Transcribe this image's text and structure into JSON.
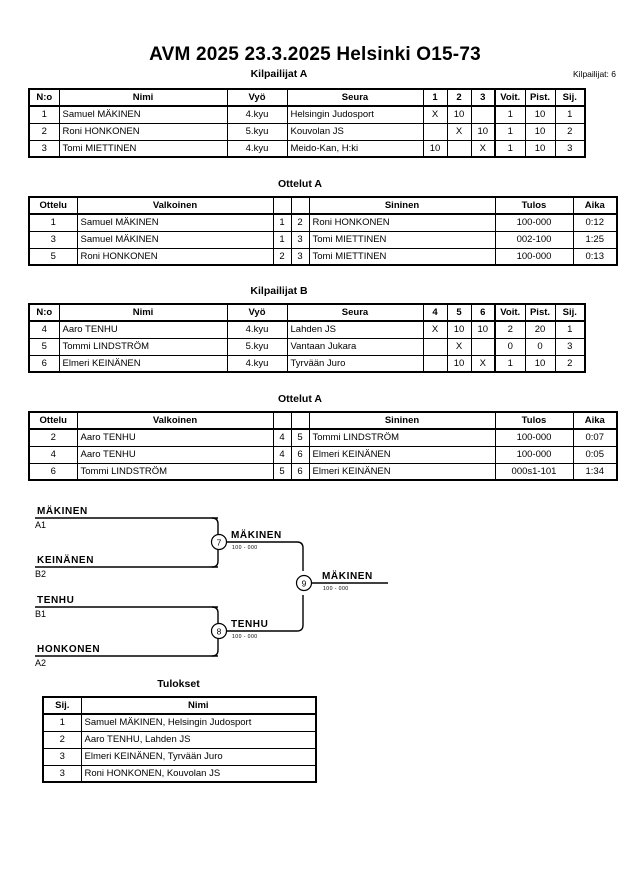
{
  "header": {
    "title": "AVM 2025  23.3.2025  Helsinki   O15-73",
    "entrant_count_label": "Kilpailijat: 6"
  },
  "pool_a": {
    "caption": "Kilpailijat A",
    "columns": {
      "no": "N:o",
      "name": "Nimi",
      "belt": "Vyö",
      "club": "Seura",
      "rr": [
        "1",
        "2",
        "3"
      ],
      "wins": "Voit.",
      "points": "Pist.",
      "place": "Sij."
    },
    "rows": [
      {
        "no": "1",
        "name": "Samuel MÄKINEN",
        "belt": "4.kyu",
        "club": "Helsingin Judosport",
        "rr": [
          "X",
          "10",
          ""
        ],
        "wins": "1",
        "points": "10",
        "place": "1"
      },
      {
        "no": "2",
        "name": "Roni HONKONEN",
        "belt": "5.kyu",
        "club": "Kouvolan JS",
        "rr": [
          "",
          "X",
          "10"
        ],
        "wins": "1",
        "points": "10",
        "place": "2"
      },
      {
        "no": "3",
        "name": "Tomi MIETTINEN",
        "belt": "4.kyu",
        "club": "Meido-Kan, H:ki",
        "rr": [
          "10",
          "",
          "X"
        ],
        "wins": "1",
        "points": "10",
        "place": "3"
      }
    ]
  },
  "matches_a": {
    "caption": "Ottelut A",
    "columns": {
      "match": "Ottelu",
      "white": "Valkoinen",
      "blue": "Sininen",
      "result": "Tulos",
      "time": "Aika"
    },
    "rows": [
      {
        "match": "1",
        "white": "Samuel MÄKINEN",
        "white_bold": true,
        "white_no": "1",
        "blue_no": "2",
        "blue": "Roni HONKONEN",
        "blue_bold": false,
        "result": "100-000",
        "time": "0:12"
      },
      {
        "match": "3",
        "white": "Samuel MÄKINEN",
        "white_bold": false,
        "white_no": "1",
        "blue_no": "3",
        "blue": "Tomi MIETTINEN",
        "blue_bold": true,
        "result": "002-100",
        "time": "1:25"
      },
      {
        "match": "5",
        "white": "Roni HONKONEN",
        "white_bold": true,
        "white_no": "2",
        "blue_no": "3",
        "blue": "Tomi MIETTINEN",
        "blue_bold": false,
        "result": "100-000",
        "time": "0:13"
      }
    ]
  },
  "pool_b": {
    "caption": "Kilpailijat B",
    "columns": {
      "no": "N:o",
      "name": "Nimi",
      "belt": "Vyö",
      "club": "Seura",
      "rr": [
        "4",
        "5",
        "6"
      ],
      "wins": "Voit.",
      "points": "Pist.",
      "place": "Sij."
    },
    "rows": [
      {
        "no": "4",
        "name": "Aaro TENHU",
        "belt": "4.kyu",
        "club": "Lahden JS",
        "rr": [
          "X",
          "10",
          "10"
        ],
        "wins": "2",
        "points": "20",
        "place": "1"
      },
      {
        "no": "5",
        "name": "Tommi LINDSTRÖM",
        "belt": "5.kyu",
        "club": "Vantaan Jukara",
        "rr": [
          "",
          "X",
          ""
        ],
        "wins": "0",
        "points": "0",
        "place": "3"
      },
      {
        "no": "6",
        "name": "Elmeri KEINÄNEN",
        "belt": "4.kyu",
        "club": "Tyrvään Juro",
        "rr": [
          "",
          "10",
          "X"
        ],
        "wins": "1",
        "points": "10",
        "place": "2"
      }
    ]
  },
  "matches_b": {
    "caption": "Ottelut A",
    "columns": {
      "match": "Ottelu",
      "white": "Valkoinen",
      "blue": "Sininen",
      "result": "Tulos",
      "time": "Aika"
    },
    "rows": [
      {
        "match": "2",
        "white": "Aaro TENHU",
        "white_bold": true,
        "white_no": "4",
        "blue_no": "5",
        "blue": "Tommi LINDSTRÖM",
        "blue_bold": false,
        "result": "100-000",
        "time": "0:07"
      },
      {
        "match": "4",
        "white": "Aaro TENHU",
        "white_bold": true,
        "white_no": "4",
        "blue_no": "6",
        "blue": "Elmeri KEINÄNEN",
        "blue_bold": false,
        "result": "100-000",
        "time": "0:05"
      },
      {
        "match": "6",
        "white": "Tommi LINDSTRÖM",
        "white_bold": false,
        "white_no": "5",
        "blue_no": "6",
        "blue": "Elmeri KEINÄNEN",
        "blue_bold": true,
        "result": "000s1-101",
        "time": "1:34"
      }
    ]
  },
  "bracket": {
    "entries": [
      {
        "name": "MÄKINEN",
        "seed": "A1"
      },
      {
        "name": "KEINÄNEN",
        "seed": "B2"
      },
      {
        "name": "TENHU",
        "seed": "B1"
      },
      {
        "name": "HONKONEN",
        "seed": "A2"
      }
    ],
    "semifinals": [
      {
        "number": "7",
        "winner": "MÄKINEN",
        "score": "100 - 000"
      },
      {
        "number": "8",
        "winner": "TENHU",
        "score": "100 - 000"
      }
    ],
    "final": {
      "number": "9",
      "winner": "MÄKINEN",
      "score": "100 - 000"
    }
  },
  "results": {
    "caption": "Tulokset",
    "columns": {
      "place": "Sij.",
      "name": "Nimi"
    },
    "rows": [
      {
        "place": "1",
        "name": "Samuel MÄKINEN, Helsingin Judosport"
      },
      {
        "place": "2",
        "name": "Aaro TENHU, Lahden JS"
      },
      {
        "place": "3",
        "name": "Elmeri KEINÄNEN, Tyrvään Juro"
      },
      {
        "place": "3",
        "name": "Roni HONKONEN, Kouvolan JS"
      }
    ]
  }
}
